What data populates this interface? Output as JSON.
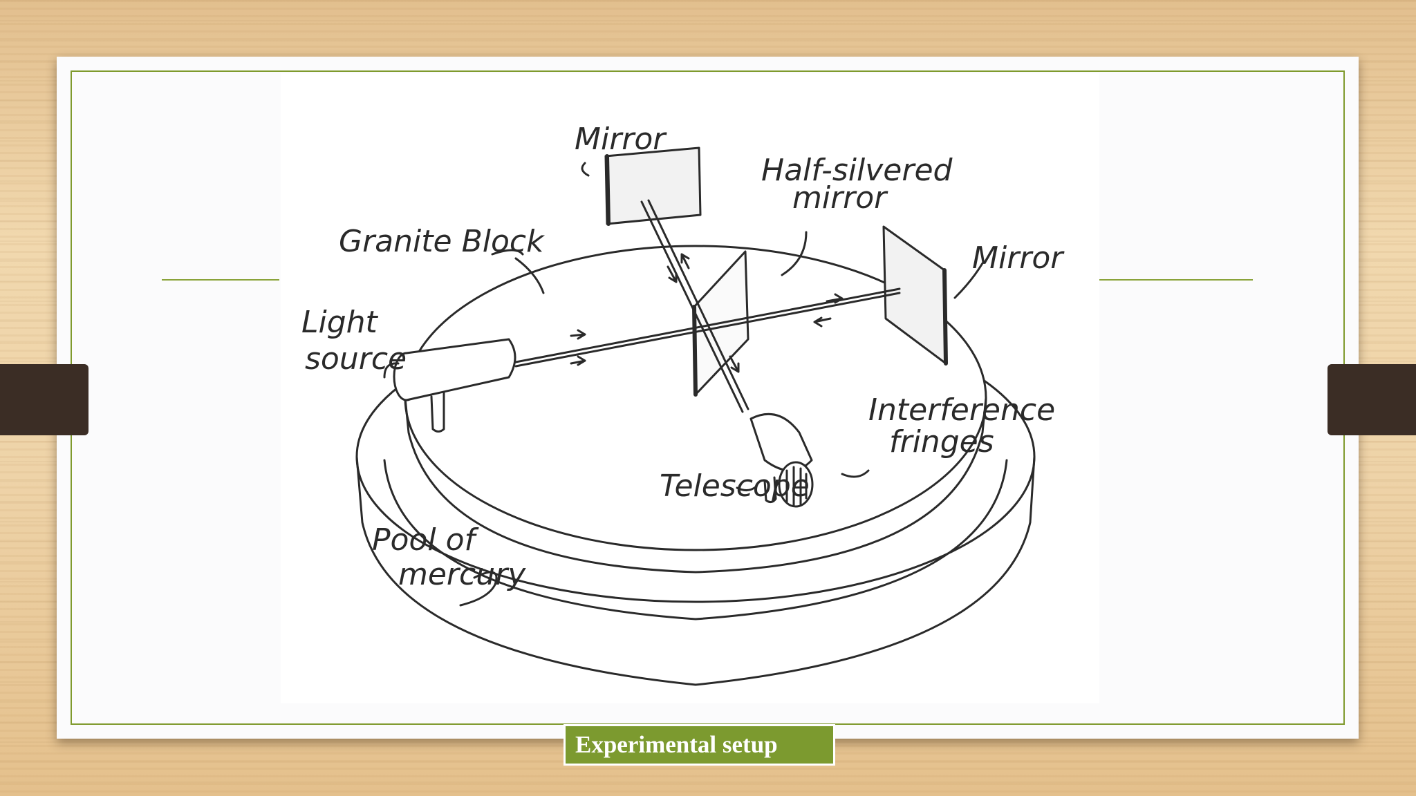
{
  "slide": {
    "caption": "Experimental setup",
    "colors": {
      "accent": "#7c9a2f",
      "frame": "#7f9a2d",
      "tab": "#3b2d25",
      "background": "#eed3a8"
    }
  },
  "diagram": {
    "labels": {
      "mirror_top": "Mirror",
      "half_silvered_line1": "Half-silvered",
      "half_silvered_line2": "mirror",
      "granite_block": "Granite Block",
      "mirror_right": "Mirror",
      "light_line1": "Light",
      "light_line2": "source",
      "interference_line1": "Interference",
      "interference_line2": "fringes",
      "telescope": "Telescope",
      "pool_line1": "Pool of",
      "pool_line2": "mercury"
    }
  }
}
